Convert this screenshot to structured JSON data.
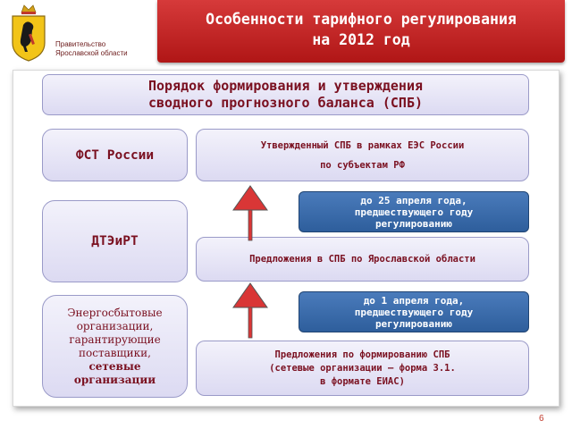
{
  "header": {
    "gov_line1": "Правительство",
    "gov_line2": "Ярославской области",
    "title_line1": "Особенности тарифного регулирования",
    "title_line2": "на 2012 год"
  },
  "diagram": {
    "main_title_line1": "Порядок формирования и утверждения",
    "main_title_line2": "сводного прогнозного баланса (СПБ)",
    "orgs": {
      "fst": "ФСТ России",
      "dteirt": "ДТЭиРТ",
      "energy_line1": "Энергосбытовые",
      "energy_line2": "организации,",
      "energy_line3": "гарантирующие",
      "energy_line4": "поставщики,",
      "energy_line5": "сетевые",
      "energy_line6": "организации"
    },
    "boxes": {
      "approved_line1": "Утвержденный СПБ в рамках ЕЭС России",
      "approved_line2": "по субъектам РФ",
      "deadline1_line1": "до 25 апреля года,",
      "deadline1_line2": "предшествующего году",
      "deadline1_line3": "регулированию",
      "proposals_region": "Предложения в СПБ по Ярославской области",
      "deadline2_line1": "до 1 апреля года,",
      "deadline2_line2": "предшествующего году",
      "deadline2_line3": "регулированию",
      "proposals_line1": "Предложения по формированию СПБ",
      "proposals_line2": "(сетевые организации – форма 3.1.",
      "proposals_line3": "в формате ЕИАС)"
    }
  },
  "footer": {
    "page_number": "6"
  },
  "colors": {
    "header_red": "#c62828",
    "text_maroon": "#7a1020",
    "accent_blue": "#3a6aab",
    "arrow_red": "#d93636"
  }
}
